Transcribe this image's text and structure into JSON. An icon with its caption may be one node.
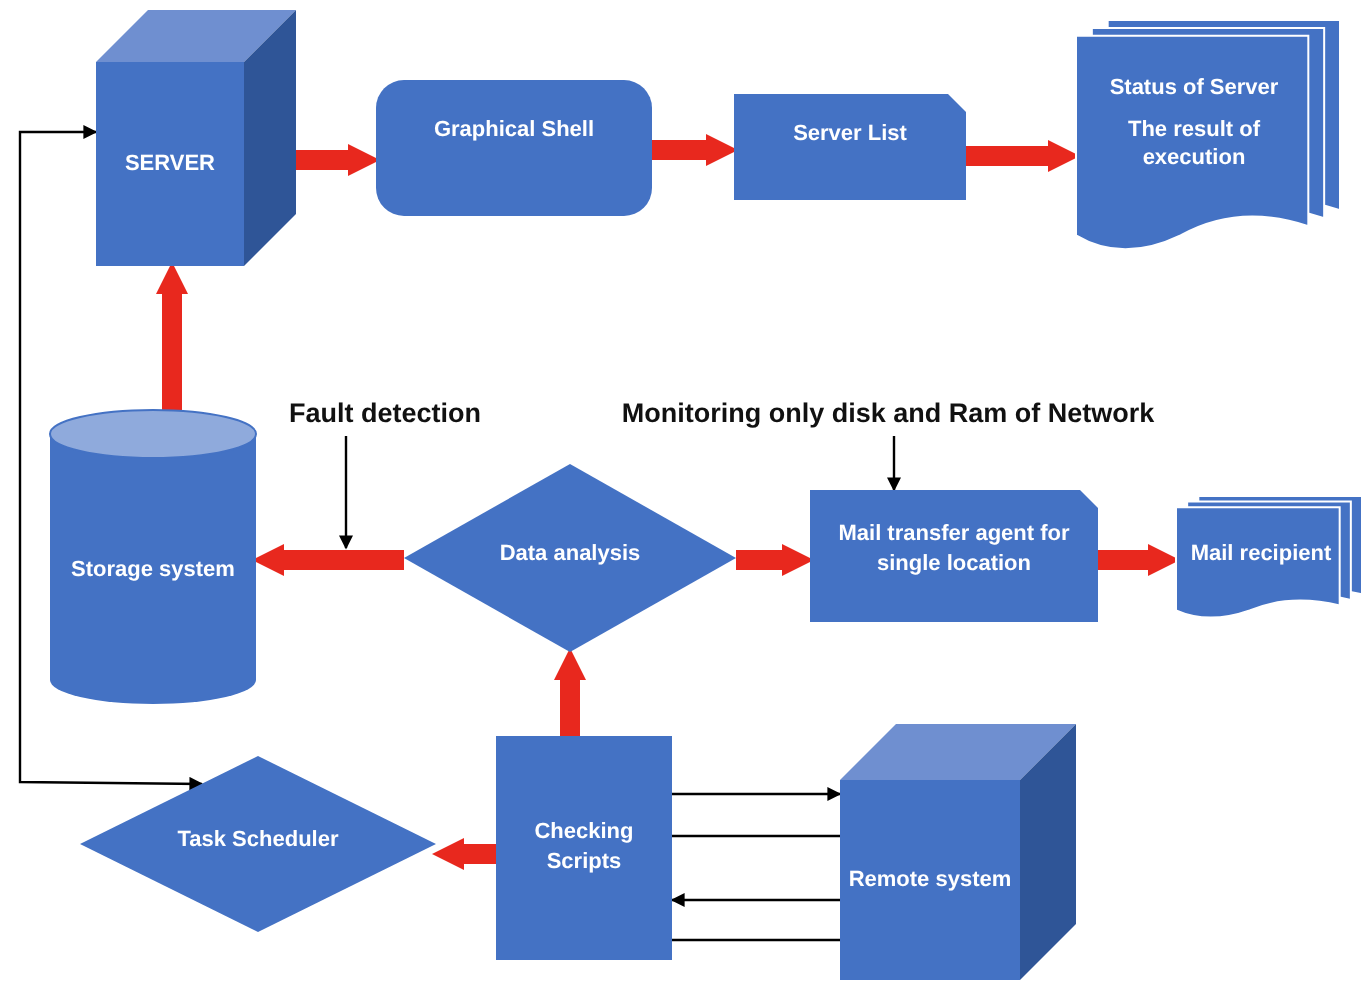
{
  "diagram": {
    "nodes": [
      {
        "text": [
          "SERVER"
        ]
      },
      {
        "text": [
          "Graphical Shell"
        ]
      },
      {
        "text": [
          "Server List"
        ]
      },
      {
        "text": [
          "Status of Server",
          "The result of execution"
        ]
      },
      {
        "text": [
          "Storage system"
        ]
      },
      {
        "text": [
          "Data analysis"
        ]
      },
      {
        "text": [
          "Mail transfer agent for single location"
        ]
      },
      {
        "text": [
          "Mail recipient"
        ]
      },
      {
        "text": [
          "Task Scheduler"
        ]
      },
      {
        "text": [
          "Checking Scripts"
        ]
      },
      {
        "text": [
          "Remote system"
        ]
      },
      {
        "text": [
          "Fault detection"
        ]
      },
      {
        "text": [
          "Monitoring only disk and Ram of Network"
        ]
      }
    ],
    "edges": [
      {
        "from": 0,
        "to": 1,
        "arrow": "to"
      },
      {
        "from": 1,
        "to": 2,
        "arrow": "to"
      },
      {
        "from": 2,
        "to": 3,
        "arrow": "to"
      },
      {
        "from": 4,
        "to": 0,
        "arrow": "to"
      },
      {
        "from": 5,
        "to": 4,
        "arrow": "to"
      },
      {
        "from": 5,
        "to": 6,
        "arrow": "to"
      },
      {
        "from": 6,
        "to": 7,
        "arrow": "to"
      },
      {
        "from": 9,
        "to": 5,
        "arrow": "to"
      },
      {
        "from": 9,
        "to": 8,
        "arrow": "to"
      },
      {
        "from": 8,
        "to": 0,
        "arrow": "both",
        "color": "#000000"
      },
      {
        "from": 9,
        "to": 10,
        "arrow": "to",
        "color": "#000000"
      },
      {
        "from": 9,
        "to": 10,
        "arrow": "none",
        "color": "#000000"
      },
      {
        "from": 10,
        "to": 9,
        "arrow": "to",
        "color": "#000000"
      },
      {
        "from": 9,
        "to": 10,
        "arrow": "none",
        "color": "#000000"
      },
      {
        "from": 11,
        "to": null,
        "arrow": "to",
        "color": "#000000"
      },
      {
        "from": 12,
        "to": 6,
        "arrow": "to",
        "color": "#000000"
      }
    ]
  }
}
